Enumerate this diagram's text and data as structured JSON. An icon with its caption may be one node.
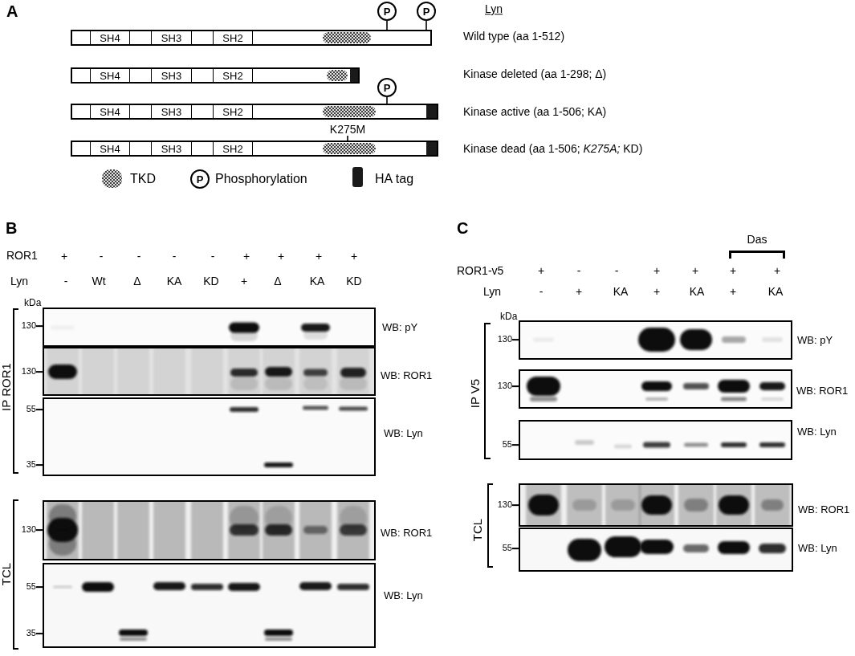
{
  "diagram": {
    "nodes": [
      {
        "text": [
          "P"
        ]
      },
      {
        "text": [
          "P"
        ]
      },
      {
        "text": [],
        "shape": "bar",
        "beside": [
          "Wild type (aa 1-512)"
        ]
      },
      {
        "text": [
          "SH4"
        ],
        "in": 2
      },
      {
        "text": [
          "SH3"
        ],
        "in": 2
      },
      {
        "text": [
          "SH2"
        ],
        "in": 2
      },
      {
        "text": [],
        "shape": "ellipse",
        "in": 2
      },
      {
        "text": [],
        "shape": "bar"
      },
      {
        "text": [
          "SH4"
        ],
        "in": 7
      },
      {
        "text": [
          "SH3"
        ],
        "in": 7
      },
      {
        "text": [
          "SH2"
        ],
        "in": 7
      },
      {
        "text": [],
        "shape": "ellipse",
        "in": 7
      },
      {
        "text": [],
        "shape": "box",
        "in": 7
      },
      {
        "text": [
          "P"
        ]
      },
      {
        "text": [],
        "shape": "bar",
        "beside": [
          "Kinase active (aa 1-506; KA)"
        ]
      },
      {
        "text": [
          "SH4"
        ],
        "in": 14
      },
      {
        "text": [
          "SH3"
        ],
        "in": 14
      },
      {
        "text": [
          "SH2"
        ],
        "in": 14
      },
      {
        "text": [],
        "shape": "ellipse",
        "in": 14
      },
      {
        "text": [],
        "shape": "box",
        "in": 14
      },
      {
        "text": [
          "K275M"
        ]
      },
      {
        "text": [],
        "shape": "bar",
        "beside": [
          "Kinase dead (aa 1-506; *K275A;* KD)"
        ]
      },
      {
        "text": [
          "SH4"
        ],
        "in": 21
      },
      {
        "text": [
          "SH3"
        ],
        "in": 21
      },
      {
        "text": [
          "SH2"
        ],
        "in": 21
      },
      {
        "text": [],
        "shape": "ellipse",
        "in": 21
      },
      {
        "text": [],
        "shape": "box",
        "in": 21
      },
      {
        "text": [
          "P"
        ]
      },
      {
        "text": [],
        "shape": "picture",
        "beside": [
          "WB: pY"
        ]
      },
      {
        "text": [],
        "shape": "picture",
        "beside": [
          "WB: ROR1"
        ]
      },
      {
        "text": [],
        "shape": "picture",
        "beside": [
          "WB: Lyn"
        ]
      },
      {
        "text": [],
        "shape": "picture",
        "beside": [
          "WB: ROR1"
        ]
      },
      {
        "text": [],
        "shape": "picture",
        "beside": [
          "WB: Lyn"
        ]
      },
      {
        "text": [],
        "shape": "picture",
        "beside": [
          "WB: pY"
        ]
      },
      {
        "text": [],
        "shape": "picture",
        "beside": [
          "WB: ROR1"
        ]
      },
      {
        "text": [],
        "shape": "picture",
        "beside": [
          "WB: Lyn"
        ]
      },
      {
        "text": [],
        "shape": "picture",
        "beside": [
          "WB: ROR1"
        ]
      },
      {
        "text": [],
        "shape": "picture",
        "beside": [
          "WB: Lyn"
        ]
      }
    ],
    "edges": [
      {
        "from": 0,
        "to": 2,
        "arrow": "none"
      },
      {
        "from": 1,
        "to": 2,
        "arrow": "none"
      },
      {
        "from": 13,
        "to": 14,
        "arrow": "none"
      },
      {
        "from": 20,
        "to": 25,
        "arrow": "none"
      }
    ],
    "labels": [
      "A",
      "Lyn",
      "Kinase deleted (aa 1-298; Δ)",
      "B",
      "ROR1",
      "+",
      "-",
      "-",
      "-",
      "-",
      "+",
      "+",
      "+",
      "+",
      "Lyn",
      "-",
      "Wt",
      "Δ",
      "KA",
      "KD",
      "+",
      "Δ",
      "KA",
      "KD",
      "kDa",
      "IP ROR1",
      "130",
      "130",
      "55",
      "35",
      "TCL",
      "130",
      "55",
      "35",
      "C",
      "Das",
      "ROR1-v5",
      "+",
      "-",
      "-",
      "+",
      "+",
      "+",
      "+",
      "Lyn",
      "-",
      "+",
      "KA",
      "+",
      "KA",
      "+",
      "KA",
      "kDa",
      "IP V5",
      "130",
      "130",
      "55",
      "TCL",
      "130",
      "55"
    ],
    "legend": [
      {
        "text": "TKD"
      },
      {
        "text": "Phosphorylation"
      },
      {
        "text": "HA tag",
        "color": "#1a1a1a"
      }
    ]
  }
}
